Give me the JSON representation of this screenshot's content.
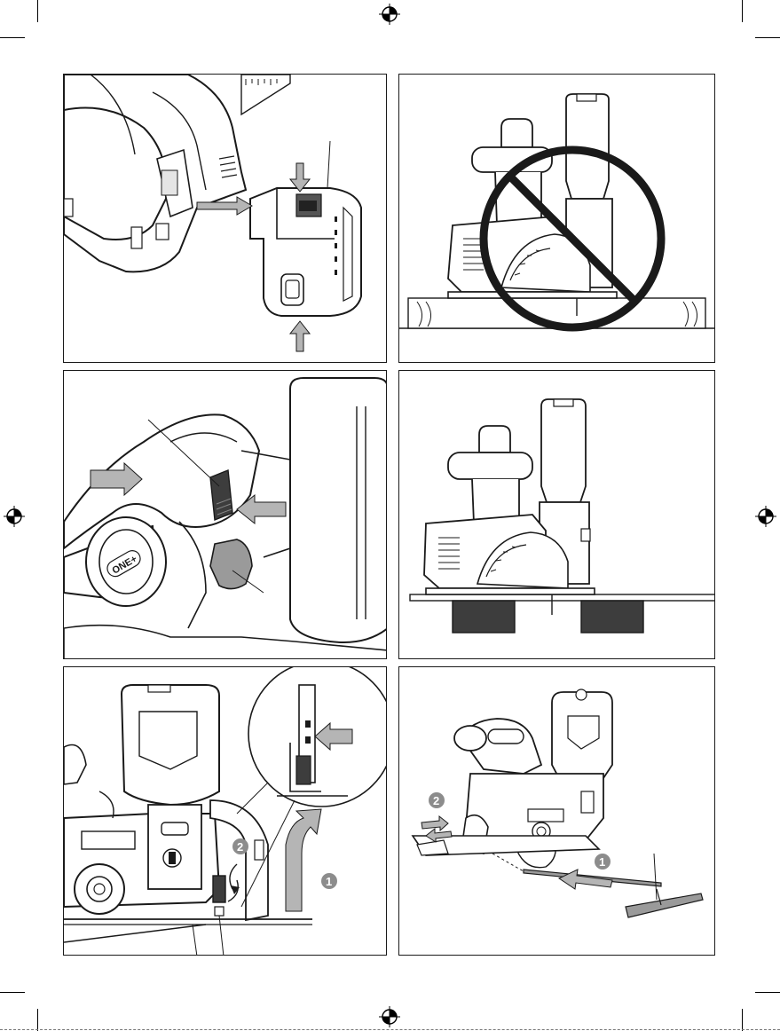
{
  "colors": {
    "ink": "#1a1a1a",
    "gray_fill": "#9a9a9a",
    "arrow_fill": "#b5b5b5",
    "block_fill": "#3d3d3d",
    "badge_fill": "#8c8c8c",
    "paper": "#ffffff"
  },
  "icons": [
    "registration-mark",
    "crop-mark",
    "prohibition-sign",
    "arrow"
  ],
  "panels": {
    "p1": {
      "subject": "battery-insertion"
    },
    "p2": {
      "subject": "incorrect-support"
    },
    "p3": {
      "subject": "trigger-and-lockout"
    },
    "p4": {
      "subject": "correct-support"
    },
    "p5": {
      "subject": "blade-guard-lever",
      "step_1": "1",
      "step_2": "2"
    },
    "p6": {
      "subject": "rip-fence",
      "step_1": "1",
      "step_2": "2",
      "button_label": "ONE+"
    }
  },
  "p3_button_label": "ONE+"
}
